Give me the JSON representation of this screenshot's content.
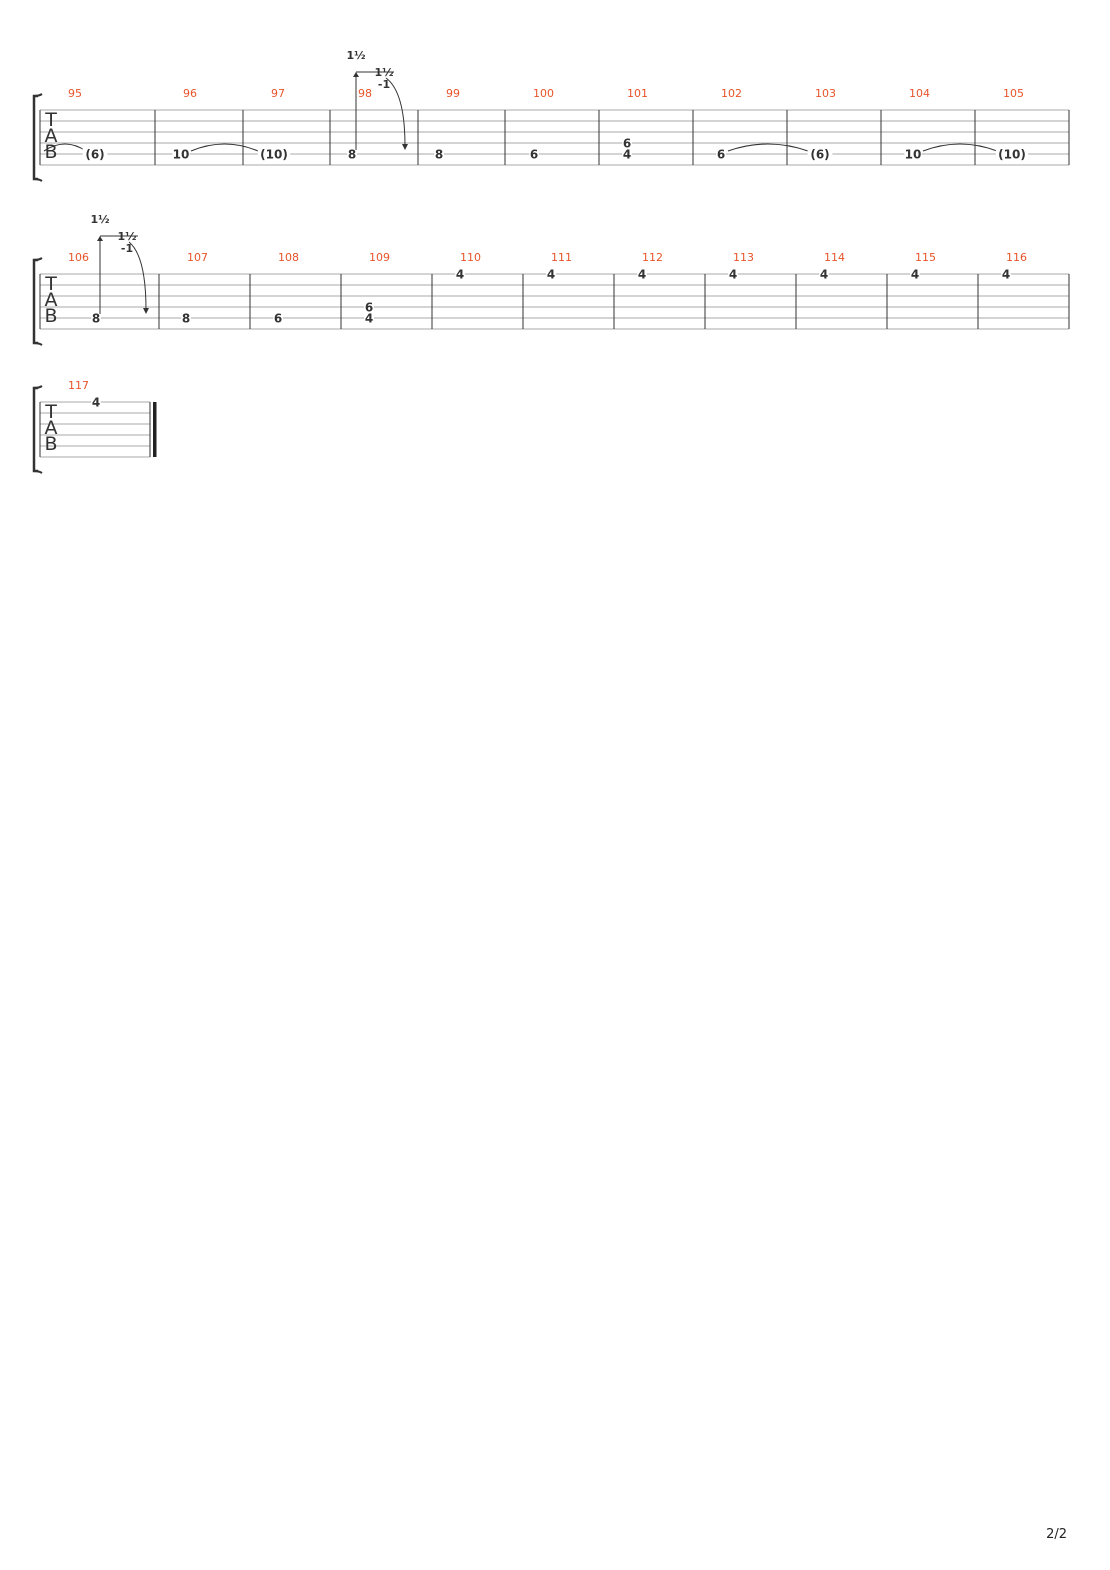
{
  "clef": [
    "T",
    "A",
    "B"
  ],
  "page_label": "2/2",
  "systems": [
    {
      "measures": [
        {
          "number": "95",
          "notes": [
            {
              "fret": "(6)",
              "string": 4
            }
          ]
        },
        {
          "number": "96",
          "notes": [
            {
              "fret": "10",
              "string": 4
            }
          ]
        },
        {
          "number": "97",
          "notes": [
            {
              "fret": "(10)",
              "string": 4
            }
          ]
        },
        {
          "number": "98",
          "notes": [
            {
              "fret": "8",
              "string": 4
            }
          ]
        },
        {
          "number": "99",
          "notes": [
            {
              "fret": "8",
              "string": 4
            }
          ]
        },
        {
          "number": "100",
          "notes": [
            {
              "fret": "6",
              "string": 4
            }
          ]
        },
        {
          "number": "101",
          "notes": [
            {
              "fret": "6",
              "string": 3
            },
            {
              "fret": "4",
              "string": 4
            }
          ]
        },
        {
          "number": "102",
          "notes": [
            {
              "fret": "6",
              "string": 4
            }
          ]
        },
        {
          "number": "103",
          "notes": [
            {
              "fret": "(6)",
              "string": 4
            }
          ]
        },
        {
          "number": "104",
          "notes": [
            {
              "fret": "10",
              "string": 4
            }
          ]
        },
        {
          "number": "105",
          "notes": [
            {
              "fret": "(10)",
              "string": 4
            }
          ]
        }
      ],
      "bend": {
        "up": "1½",
        "hold": "1½",
        "release": "-1"
      }
    },
    {
      "measures": [
        {
          "number": "106",
          "notes": [
            {
              "fret": "8",
              "string": 4
            }
          ]
        },
        {
          "number": "107",
          "notes": [
            {
              "fret": "8",
              "string": 4
            }
          ]
        },
        {
          "number": "108",
          "notes": [
            {
              "fret": "6",
              "string": 4
            }
          ]
        },
        {
          "number": "109",
          "notes": [
            {
              "fret": "6",
              "string": 3
            },
            {
              "fret": "4",
              "string": 4
            }
          ]
        },
        {
          "number": "110",
          "notes": [
            {
              "fret": "4",
              "string": 0
            }
          ]
        },
        {
          "number": "111",
          "notes": [
            {
              "fret": "4",
              "string": 0
            }
          ]
        },
        {
          "number": "112",
          "notes": [
            {
              "fret": "4",
              "string": 0
            }
          ]
        },
        {
          "number": "113",
          "notes": [
            {
              "fret": "4",
              "string": 0
            }
          ]
        },
        {
          "number": "114",
          "notes": [
            {
              "fret": "4",
              "string": 0
            }
          ]
        },
        {
          "number": "115",
          "notes": [
            {
              "fret": "4",
              "string": 0
            }
          ]
        },
        {
          "number": "116",
          "notes": [
            {
              "fret": "4",
              "string": 0
            }
          ]
        }
      ],
      "bend": {
        "up": "1½",
        "hold": "1½",
        "release": "-1"
      }
    },
    {
      "measures": [
        {
          "number": "117",
          "notes": [
            {
              "fret": "4",
              "string": 0
            }
          ]
        }
      ]
    }
  ]
}
